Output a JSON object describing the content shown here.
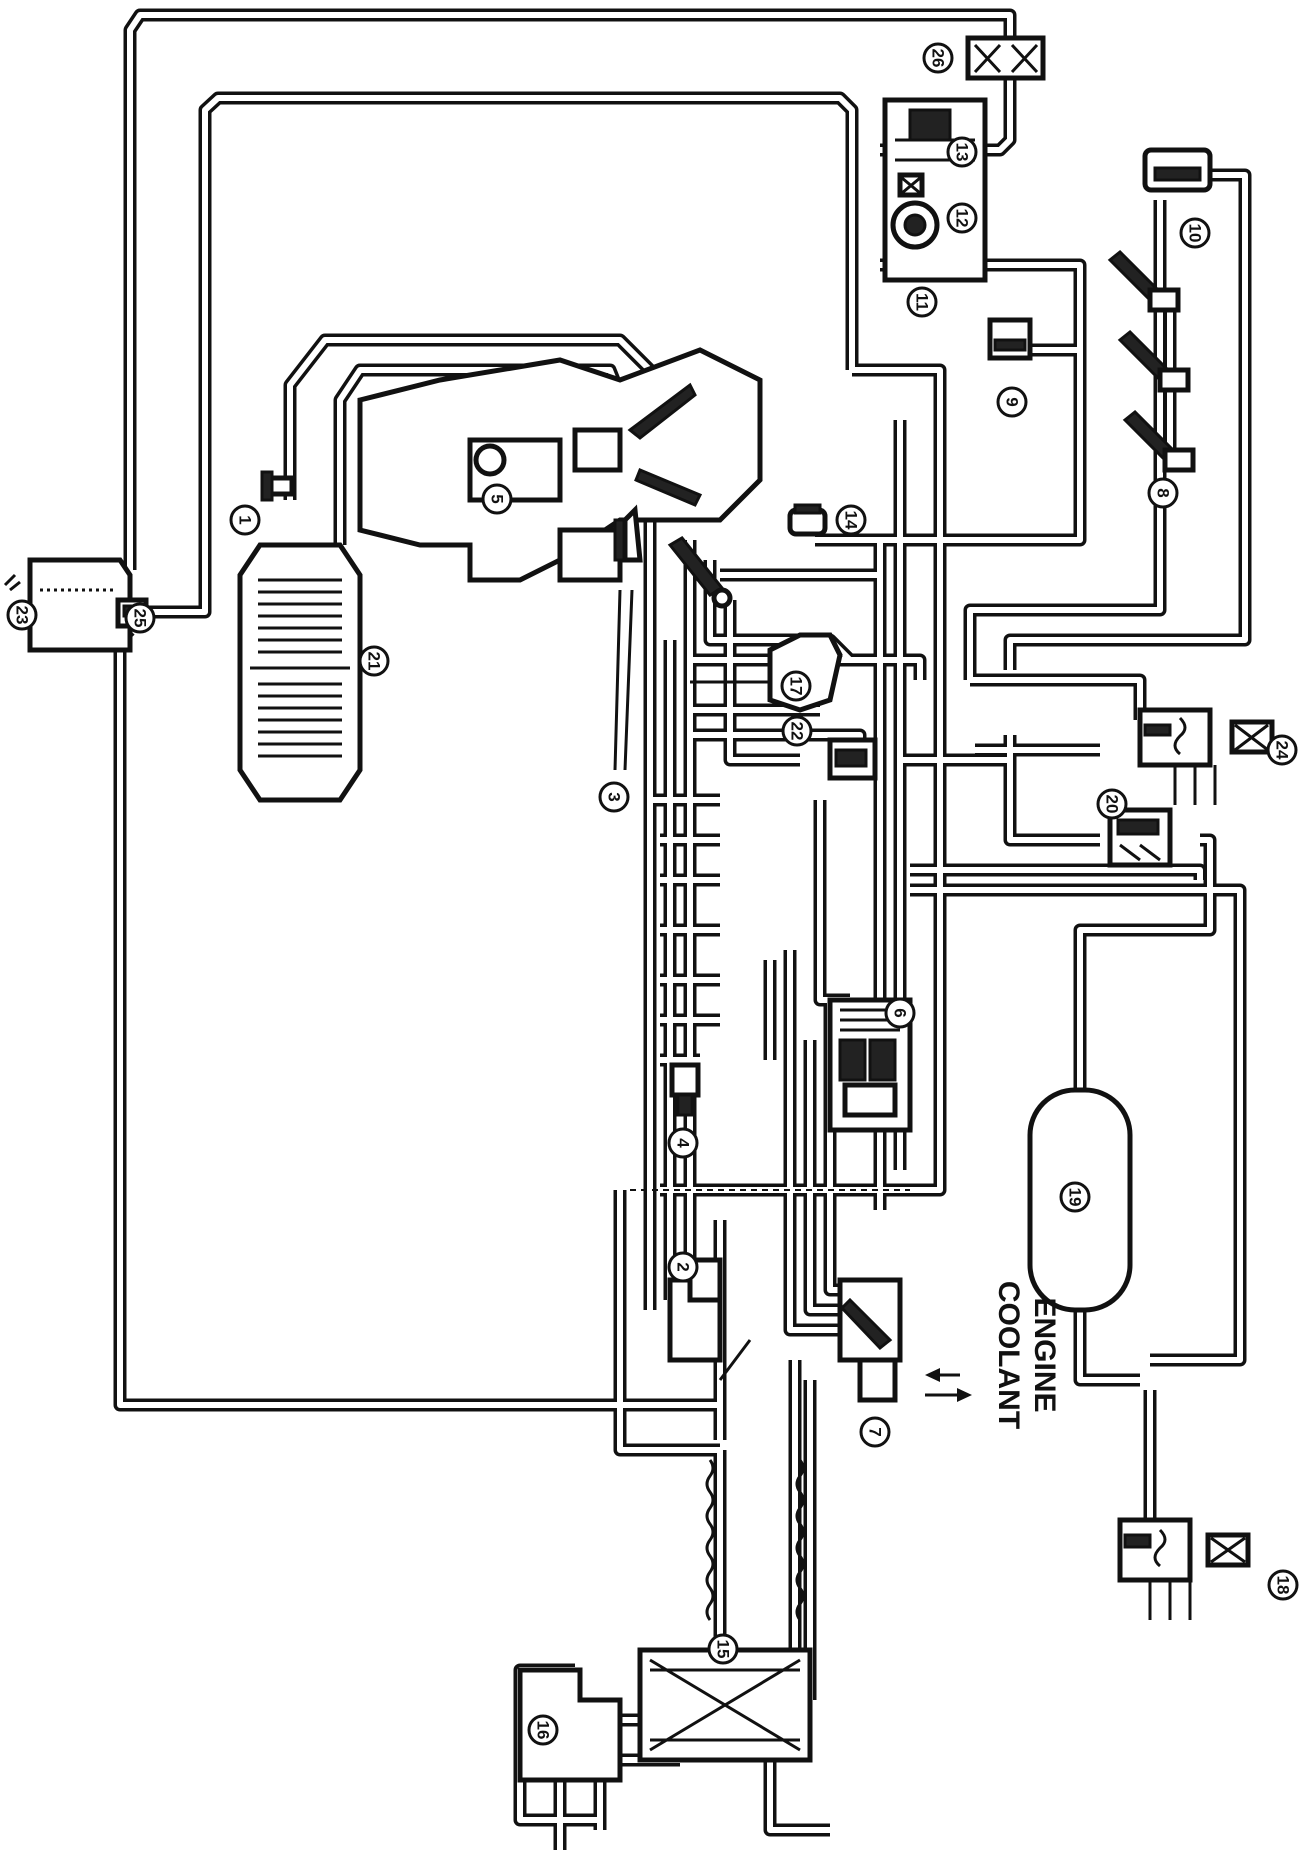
{
  "callouts": [
    {
      "id": "c1",
      "label": "1"
    },
    {
      "id": "c2",
      "label": "2"
    },
    {
      "id": "c3",
      "label": "3"
    },
    {
      "id": "c4",
      "label": "4"
    },
    {
      "id": "c5",
      "label": "5"
    },
    {
      "id": "c6",
      "label": "6"
    },
    {
      "id": "c7",
      "label": "7"
    },
    {
      "id": "c8",
      "label": "8"
    },
    {
      "id": "c9",
      "label": "9"
    },
    {
      "id": "c10",
      "label": "10"
    },
    {
      "id": "c11",
      "label": "11"
    },
    {
      "id": "c12",
      "label": "12"
    },
    {
      "id": "c13",
      "label": "13"
    },
    {
      "id": "c14",
      "label": "14"
    },
    {
      "id": "c15",
      "label": "15"
    },
    {
      "id": "c16",
      "label": "16"
    },
    {
      "id": "c17",
      "label": "17"
    },
    {
      "id": "c18",
      "label": "18"
    },
    {
      "id": "c19",
      "label": "19"
    },
    {
      "id": "c20",
      "label": "20"
    },
    {
      "id": "c21",
      "label": "21"
    },
    {
      "id": "c22",
      "label": "22"
    },
    {
      "id": "c23",
      "label": "23"
    },
    {
      "id": "c24",
      "label": "24"
    },
    {
      "id": "c25",
      "label": "25"
    },
    {
      "id": "c26",
      "label": "26"
    }
  ],
  "coolant_label": {
    "line1": "ENGINE",
    "line2": "COOLANT"
  }
}
